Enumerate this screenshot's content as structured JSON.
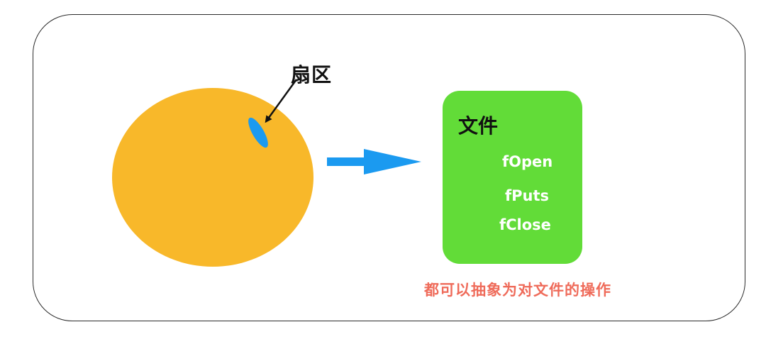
{
  "disk": {
    "label": "扇区"
  },
  "file": {
    "title": "文件",
    "operations": [
      "fOpen",
      "fPuts",
      "fClose"
    ]
  },
  "caption": "都可以抽象为对文件的操作",
  "colors": {
    "disk": "#f8b82a",
    "sector": "#1b9af0",
    "arrow": "#1b9af0",
    "file_box": "#62dc38",
    "caption": "#ef6b5a",
    "frame": "#2b2b2b"
  },
  "icons": {
    "pointer": "arrow-icon",
    "flow": "right-arrow-icon"
  }
}
